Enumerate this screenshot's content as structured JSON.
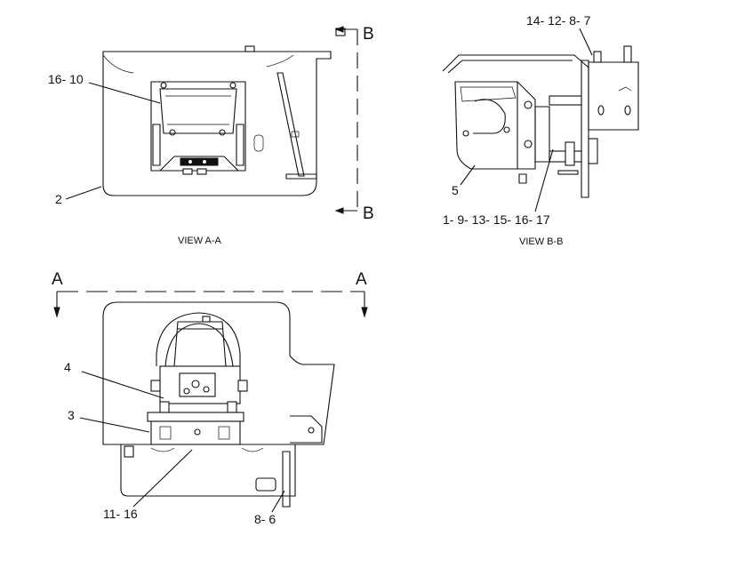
{
  "views": {
    "a": {
      "caption": "VIEW A-A"
    },
    "b": {
      "caption": "VIEW B-B"
    }
  },
  "section_letters": {
    "b_top": "B",
    "b_bottom": "B",
    "a_left": "A",
    "a_right": "A"
  },
  "callouts": {
    "c16_10": "16- 10",
    "c2": "2",
    "c14_12_8_7": "14- 12- 8- 7",
    "c5": "5",
    "c1_9_13": "1- 9- 13- 15- 16- 17",
    "c4": "4",
    "c3": "3",
    "c11_16": "11- 16",
    "c8_6": "8- 6"
  }
}
